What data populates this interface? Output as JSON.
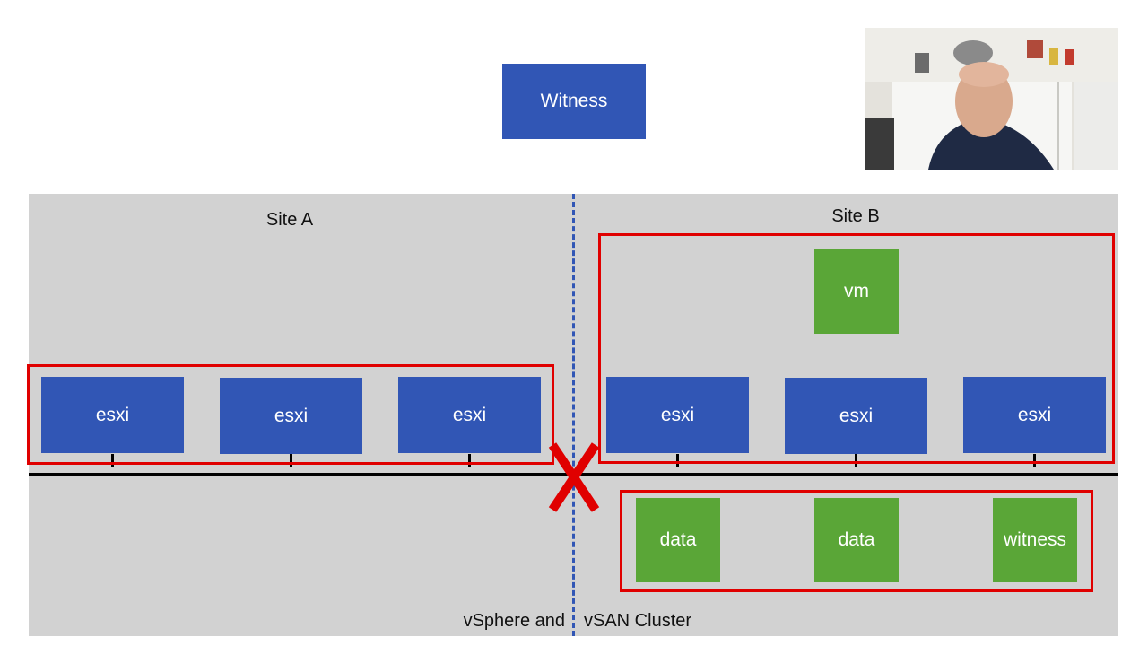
{
  "witness_top": "Witness",
  "site_a": {
    "label": "Site A",
    "hosts": [
      "esxi",
      "esxi",
      "esxi"
    ]
  },
  "site_b": {
    "label": "Site B",
    "vm": "vm",
    "hosts": [
      "esxi",
      "esxi",
      "esxi"
    ],
    "components": [
      "data",
      "data",
      "witness"
    ]
  },
  "cluster_label_left": "vSphere and",
  "cluster_label_right": "vSAN Cluster",
  "colors": {
    "host_blue": "#3156b5",
    "component_green": "#5aa637",
    "frame_red": "#e00000",
    "panel_grey": "#d2d2d2",
    "divider_blue": "#3156b5"
  },
  "icons": {
    "failure_mark": "red-x-icon",
    "presenter": "webcam-feed"
  }
}
